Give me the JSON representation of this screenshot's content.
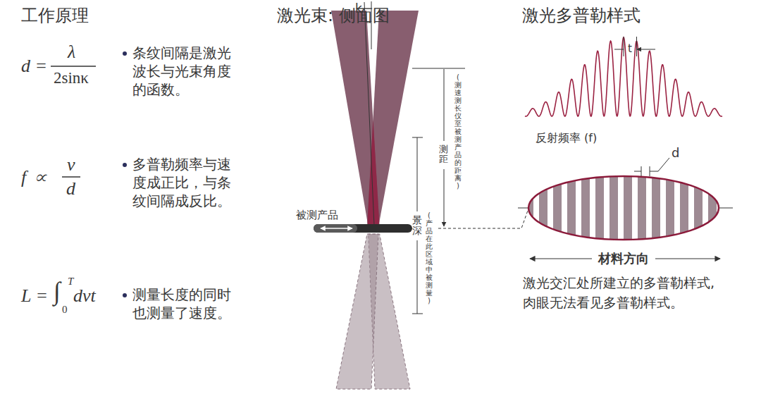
{
  "diagram": {
    "labels": [
      "工作原理",
      "激光束: 侧面图",
      "激光多普勒样式",
      "d =",
      "λ",
      "2sinκ",
      "条纹间隔是激光波长与光束角度的函数。",
      "f ∝",
      "v",
      "d",
      "多普勒频率与速度成正比，与条纹间隔成反比。",
      "L =",
      "∫",
      "T",
      "0",
      "dvt",
      "测量长度的同时也测量了速度。",
      "k",
      "测距",
      "(测速测长仪至被测产品的距离)",
      "被测产品",
      "景深",
      "(产品在此区域中被测量)",
      "t",
      "反射频率 (f)",
      "d",
      "材料方向",
      "激光交汇处所建立的多普勒样式, 肉眼无法看见多普勒样式。"
    ]
  }
}
